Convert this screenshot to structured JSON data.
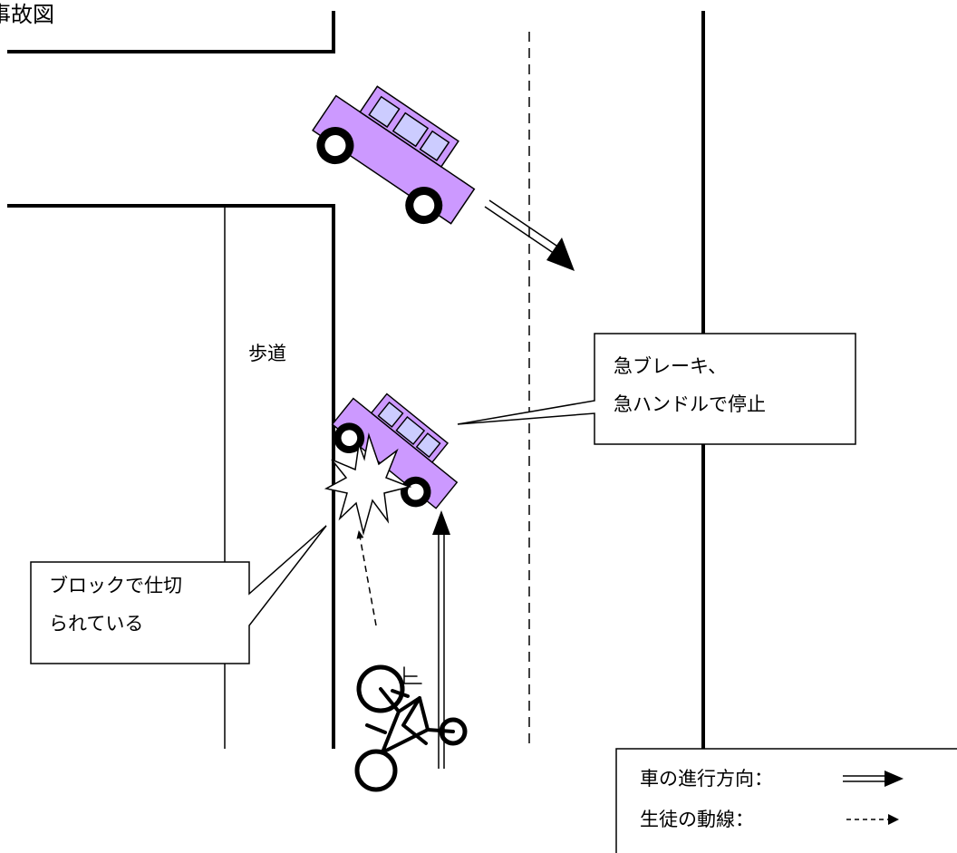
{
  "title": "事故図",
  "sidewalk_label": "歩道",
  "brake_callout": {
    "line1": "急ブレーキ、",
    "line2": "急ハンドルで停止"
  },
  "block_callout": {
    "line1": "ブロックで仕切",
    "line2": "られている"
  },
  "legend": {
    "car_direction": "車の進行方向：",
    "student_path": "生徒の動線："
  },
  "colors": {
    "car_fill": "#cc99ff",
    "window_fill": "#ccccff",
    "ink": "#000000"
  },
  "icons": [
    "car-icon",
    "bicycle-icon",
    "collision-burst-icon"
  ]
}
